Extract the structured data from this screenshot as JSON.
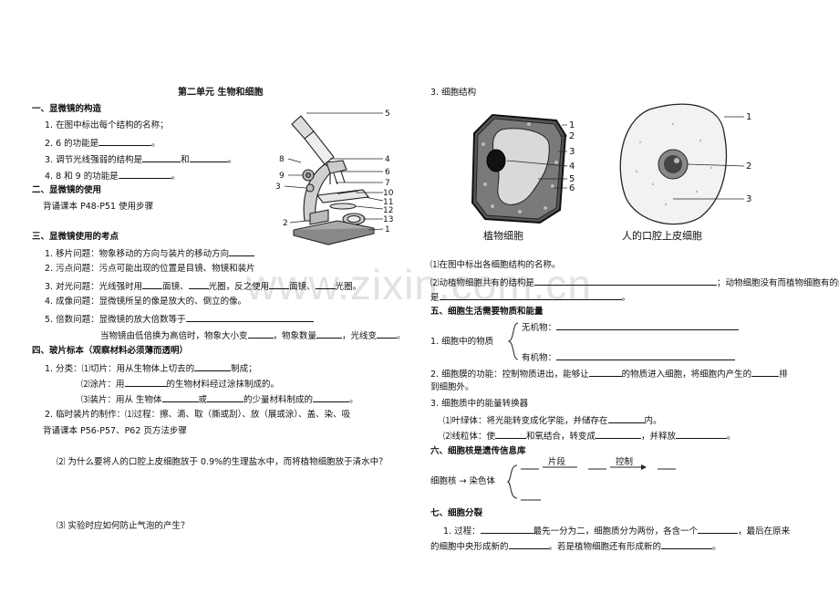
{
  "watermark": "www.zixin.com.cn",
  "left": {
    "title": "第二单元   生物和细胞",
    "s1": {
      "heading": "一、显微镜的构造",
      "q1": "1. 在图中标出每个结构的名称；",
      "q2a": "2. 6 的功能是",
      "q2b": "。",
      "q3a": "3. 调节光线强弱的结构是",
      "q3b": "和",
      "q3c": "。",
      "q4a": "4. 8 和 9 的功能是",
      "q4b": "。"
    },
    "s2": {
      "heading": "二、显微镜的使用",
      "text": "背诵课本 P48-P51 使用步骤"
    },
    "s3": {
      "heading": "三、显微镜使用的考点",
      "q1a": "1. 移片问题：物象移动的方向与装片的移动方向",
      "q2": "2. 污点问题：污点可能出现的位置是目镜、物镜和装片",
      "q3a": "3. 对光问题：光线强时用",
      "q3b": "面镜、",
      "q3c": "光圈，反之使用",
      "q3d": "面镜、",
      "q3e": "光圈。",
      "q4": "4. 成像问题：显微镜所呈的像是放大的、倒立的像。",
      "q5a": "5. 倍数问题：显微镜的放大倍数等于",
      "q5b": "当物镜由低倍换为高倍时，物象大小变",
      "q5c": "，物象数量",
      "q5d": "，光线变",
      "q5e": "。"
    },
    "s4": {
      "heading": "四、玻片标本（观察材料必须薄而透明）",
      "q1a": "1. 分类：⑴切片：用从生物体上切去的",
      "q1b": "制成；",
      "q1c": "⑵涂片：用",
      "q1d": "的生物材料经过涂抹制成的。",
      "q1e": "⑶装片：用从 生物体",
      "q1f": "或",
      "q1g": "的少量材料制成的",
      "q1h": "。",
      "q2": "2. 临时装片的制作：⑴过程：擦、滴、取（撕或刮）、放（展或涂）、盖、染、吸",
      "q2b": "背诵课本 P56-P57、P62 页方法步骤",
      "q3": "⑵ 为什么要将人的口腔上皮细胞放于 0.9%的生理盐水中，而将植物细胞放于清水中？",
      "q4": "⑶ 实验时应如何防止气泡的产生？"
    },
    "micro_labels": [
      "5",
      "4",
      "6",
      "7",
      "10",
      "11",
      "12",
      "13",
      "1",
      "8",
      "9",
      "3",
      "2"
    ]
  },
  "right": {
    "h3": "3. 细胞结构",
    "plant_label": "植物细胞",
    "animal_label": "人的口腔上皮细胞",
    "plant_nums": [
      "1",
      "2",
      "3",
      "4",
      "5",
      "6"
    ],
    "animal_nums": [
      "1",
      "2",
      "3"
    ],
    "p1": "⑴在图中标出各细胞结构的名称。",
    "p2a": "⑵动植物细胞共有的结构是",
    "p2b": "；动物细胞没有而植物细胞有的结构",
    "p2c": "是",
    "p2d": "。",
    "s5": {
      "heading": "五、细胞生活需要物质和能量",
      "q1": "1. 细胞中的物质",
      "inorganic": "无机物：",
      "organic": "有机物：",
      "q2a": "2. 细胞膜的功能：控制物质进出，能够让",
      "q2b": "的物质进入细胞，将细胞内产生的",
      "q2c": "排",
      "q2d": "到细胞外。",
      "q3": "3. 细胞质中的能量转换器",
      "q3a": "⑴叶绿体：将光能转变成化学能，并储存在",
      "q3b": "内。",
      "q3c": "⑵线粒体：使",
      "q3d": "和氧结合，转变成",
      "q3e": "，并释放",
      "q3f": "。"
    },
    "s6": {
      "heading": "六、细胞核是遗传信息库",
      "lead": "细胞核 → 染色体",
      "seg": "片段",
      "ctrl": "控制"
    },
    "s7": {
      "heading": "七、细胞分裂",
      "q1a": "1. 过程：",
      "q1b": "最先一分为二，细胞质分为两份，各含一个",
      "q1c": "，最后在原来",
      "q1d": "的细胞中央形成新的",
      "q1e": "。若是植物细胞还有形成新的",
      "q1f": "。"
    }
  }
}
